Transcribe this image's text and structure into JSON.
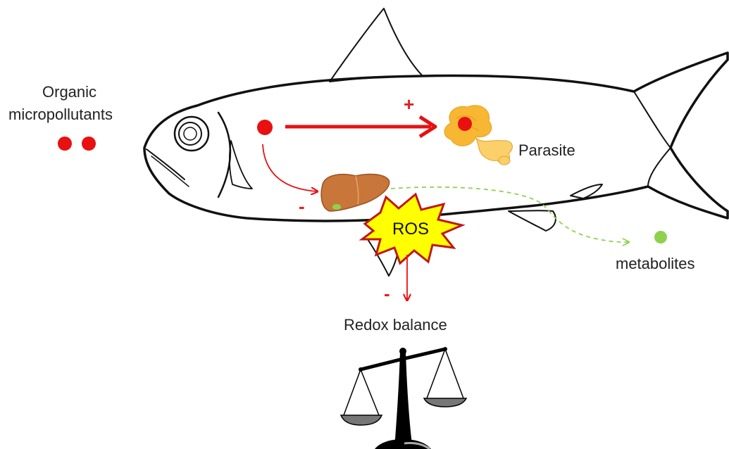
{
  "labels": {
    "pollutant_line1": "Organic",
    "pollutant_line2": "micropollutants",
    "parasite": "Parasite",
    "ros": "ROS",
    "metabolites": "metabolites",
    "redox": "Redox balance"
  },
  "signs": {
    "parasite_effect": "+",
    "liver_effect": "-",
    "redox_effect": "-"
  },
  "colors": {
    "pollutant": "#e81010",
    "metabolite": "#8fd14f",
    "ros_fill": "#ffff00",
    "ros_stroke": "#c01818",
    "liver": "#c8763a",
    "parasite": "#f7b733",
    "outline": "#111111"
  },
  "icons": [
    "fish-outline",
    "liver-icon",
    "parasite-worm-icon",
    "balance-scale-icon",
    "ros-burst-icon"
  ]
}
